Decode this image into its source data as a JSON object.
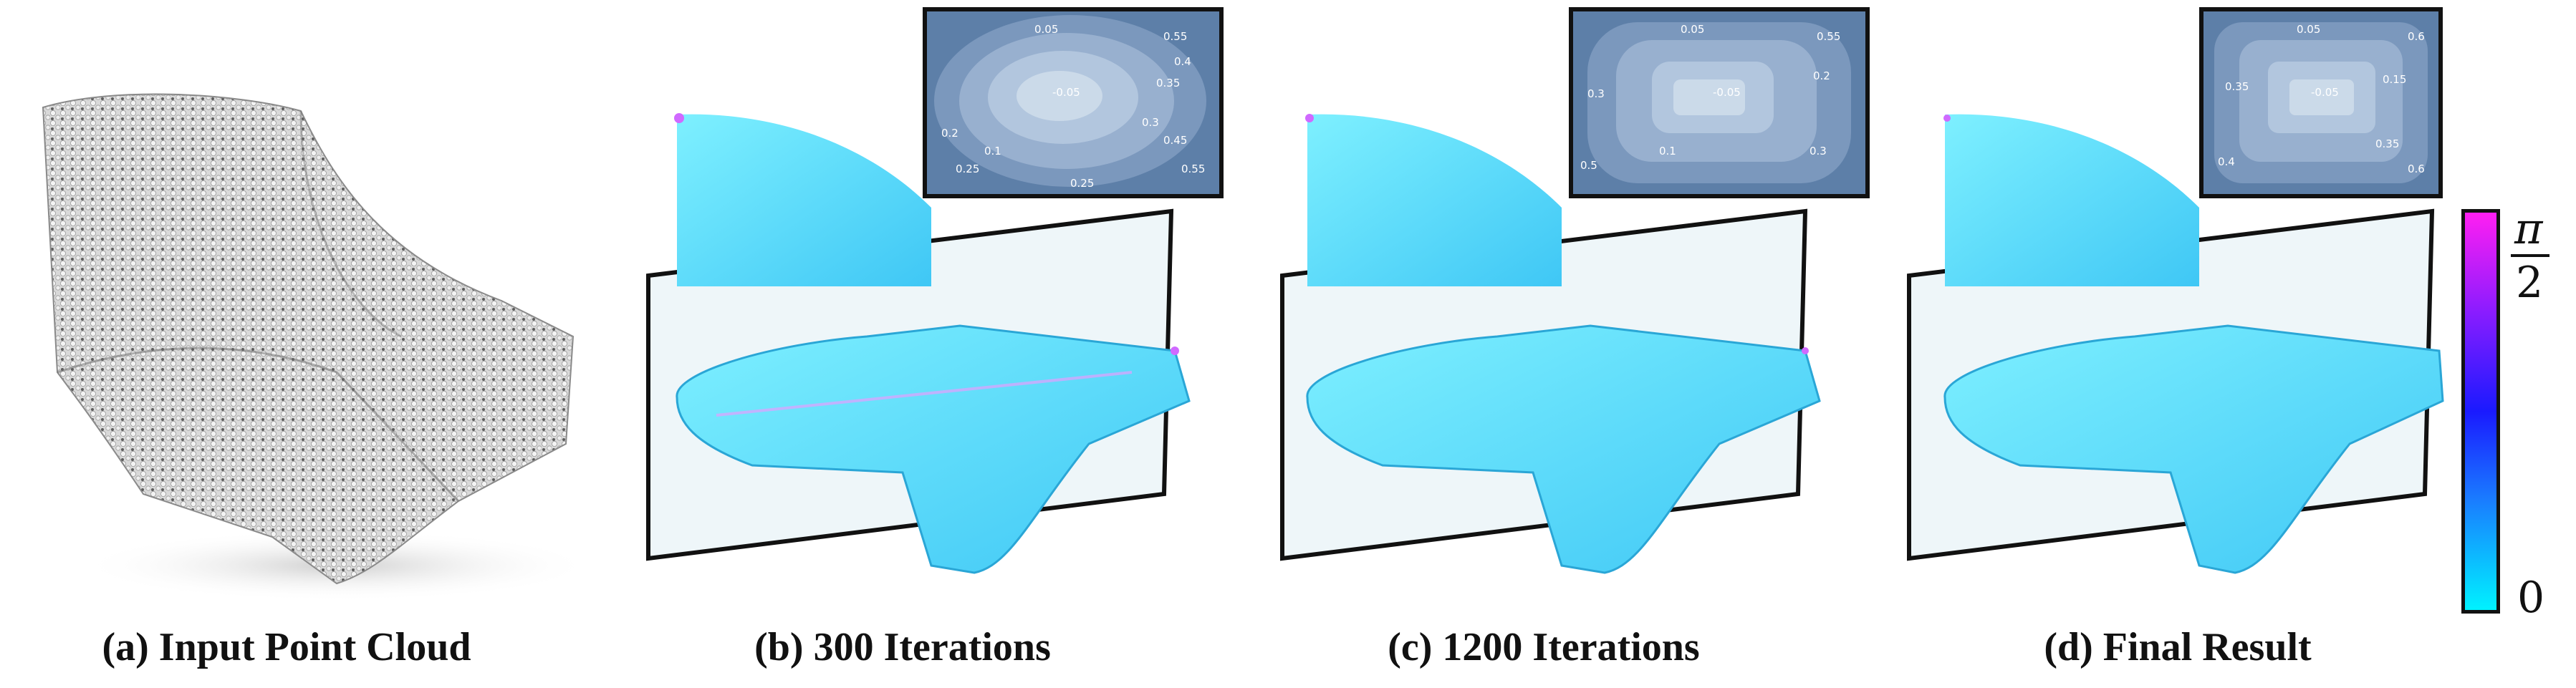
{
  "panels": [
    {
      "caption": "(a) Input Point Cloud",
      "kind": "point-cloud"
    },
    {
      "caption": "(b) 300 Iterations",
      "kind": "mesh",
      "inset_labels": [
        "0.05",
        "-0.05",
        "0.55",
        "0.4",
        "0.35",
        "0.25",
        "0.2",
        "0.1",
        "0.25",
        "0.45",
        "0.3",
        "0.55"
      ]
    },
    {
      "caption": "(c) 1200 Iterations",
      "kind": "mesh",
      "inset_labels": [
        "0.05",
        "-0.05",
        "0.55",
        "0.2",
        "0.3",
        "0.1",
        "0.5",
        "0.3"
      ]
    },
    {
      "caption": "(d) Final Result",
      "kind": "mesh",
      "inset_labels": [
        "0.05",
        "-0.05",
        "0.6",
        "0.35",
        "0.15",
        "0.4",
        "0.35",
        "0.6"
      ]
    }
  ],
  "colorbar": {
    "top_label": "π",
    "top_denominator": "2",
    "bottom_label": "0",
    "colors": [
      "#ff1ff2",
      "#8a1cff",
      "#1a1aff",
      "#1a7bff",
      "#00f2ff"
    ]
  }
}
